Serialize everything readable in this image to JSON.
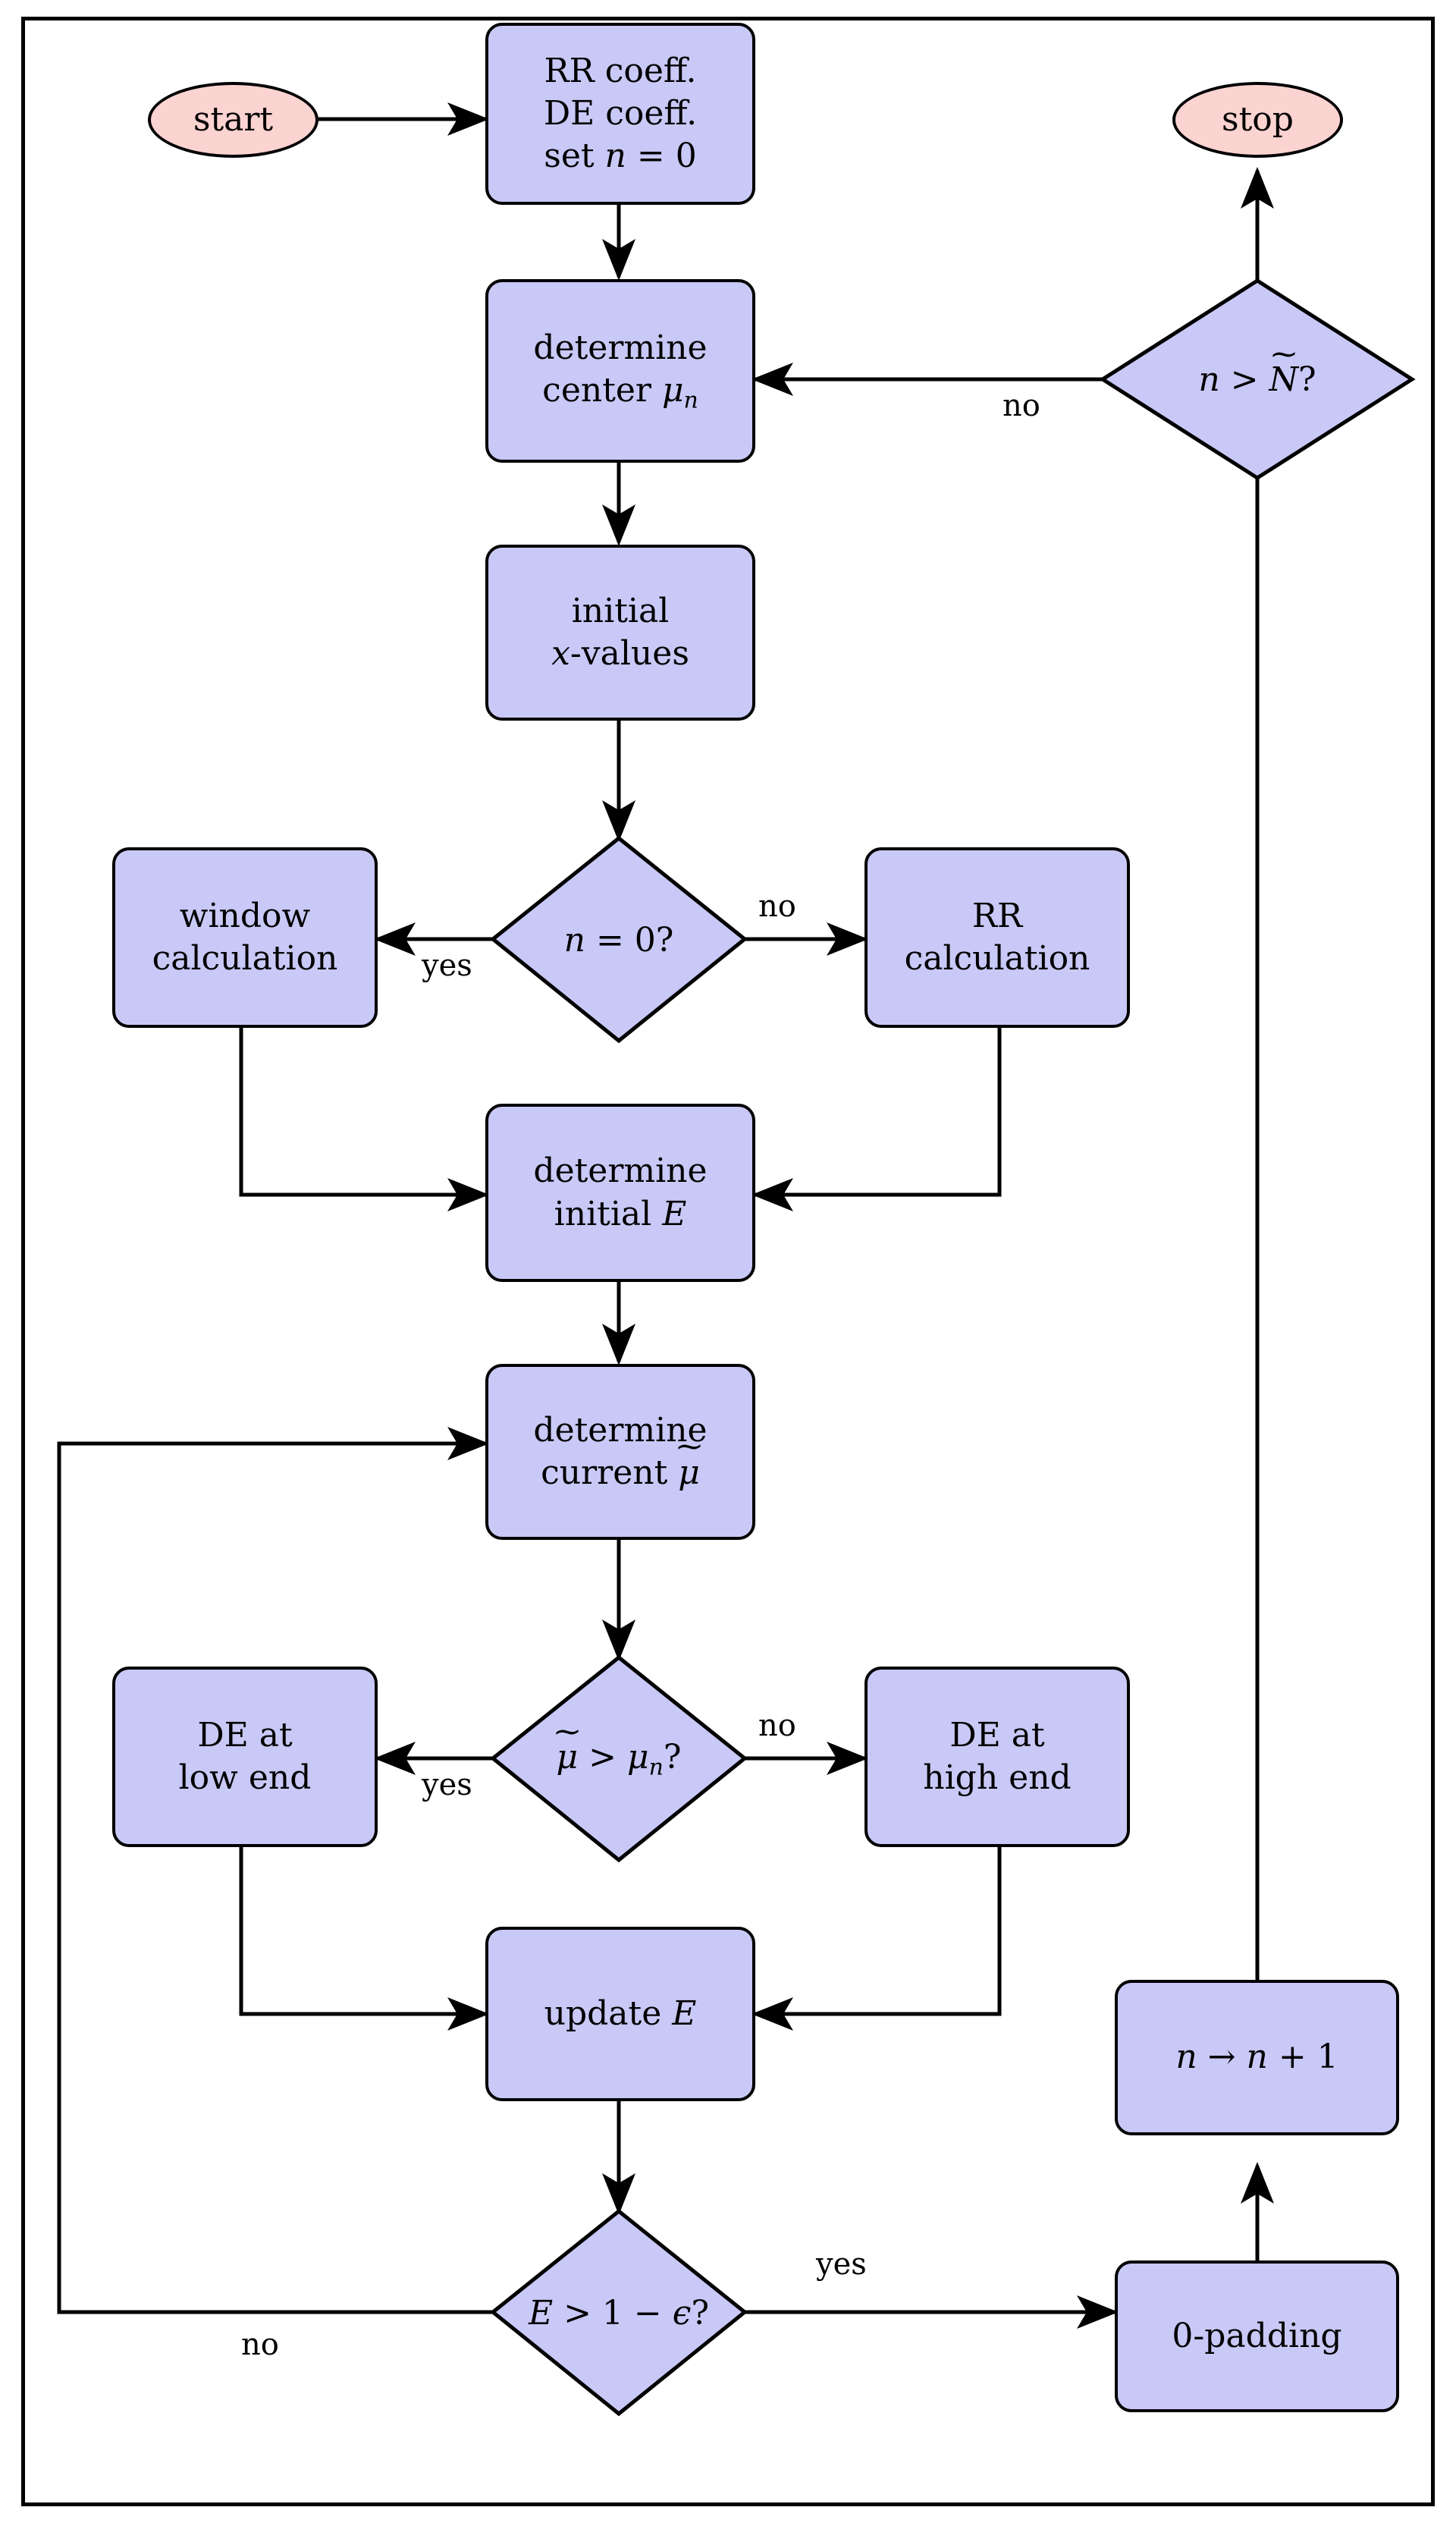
{
  "diagram": {
    "title": "Iterative RR/DE energy-convergence flowchart",
    "colors": {
      "process_fill": "#c9c9f7",
      "terminal_fill": "#fbd3d1",
      "stroke": "#000000",
      "background": "#ffffff"
    },
    "nodes": [
      {
        "id": "start",
        "shape": "terminal",
        "label": "start"
      },
      {
        "id": "coeff",
        "shape": "process",
        "label": "RR coeff. / DE coeff. / set n = 0",
        "lines": [
          "RR coeff.",
          "DE coeff.",
          "set n = 0"
        ]
      },
      {
        "id": "determine-center",
        "shape": "process",
        "label": "determine center μₙ",
        "lines": [
          "determine",
          "center μₙ"
        ]
      },
      {
        "id": "initial-x",
        "shape": "process",
        "label": "initial x-values",
        "lines": [
          "initial",
          "x-values"
        ]
      },
      {
        "id": "n-equals-zero",
        "shape": "decision",
        "label": "n = 0?"
      },
      {
        "id": "window-calc",
        "shape": "process",
        "label": "window calculation",
        "lines": [
          "window",
          "calculation"
        ]
      },
      {
        "id": "rr-calc",
        "shape": "process",
        "label": "RR calculation",
        "lines": [
          "RR",
          "calculation"
        ]
      },
      {
        "id": "determine-initial-e",
        "shape": "process",
        "label": "determine initial E",
        "lines": [
          "determine",
          "initial E"
        ]
      },
      {
        "id": "determine-current-mu",
        "shape": "process",
        "label": "determine current μ̃",
        "lines": [
          "determine",
          "current μ̃"
        ]
      },
      {
        "id": "mu-compare",
        "shape": "decision",
        "label": "μ̃ > μₙ?"
      },
      {
        "id": "de-low",
        "shape": "process",
        "label": "DE at low end",
        "lines": [
          "DE at",
          "low end"
        ]
      },
      {
        "id": "de-high",
        "shape": "process",
        "label": "DE at high end",
        "lines": [
          "DE at",
          "high end"
        ]
      },
      {
        "id": "update-e",
        "shape": "process",
        "label": "update E"
      },
      {
        "id": "e-threshold",
        "shape": "decision",
        "label": "E > 1 − ϵ?"
      },
      {
        "id": "zero-padding",
        "shape": "process",
        "label": "0-padding"
      },
      {
        "id": "increment-n",
        "shape": "process",
        "label": "n → n + 1"
      },
      {
        "id": "n-greater-ntilde",
        "shape": "decision",
        "label": "n > Ñ?"
      },
      {
        "id": "stop",
        "shape": "terminal",
        "label": "stop"
      }
    ],
    "edge_labels": {
      "n_equals_zero_yes": "yes",
      "n_equals_zero_no": "no",
      "mu_compare_yes": "yes",
      "mu_compare_no": "no",
      "e_threshold_yes": "yes",
      "e_threshold_no": "no",
      "n_greater_ntilde_no": "no"
    },
    "edges": [
      {
        "from": "start",
        "to": "coeff",
        "label": ""
      },
      {
        "from": "coeff",
        "to": "determine-center",
        "label": ""
      },
      {
        "from": "determine-center",
        "to": "initial-x",
        "label": ""
      },
      {
        "from": "initial-x",
        "to": "n-equals-zero",
        "label": ""
      },
      {
        "from": "n-equals-zero",
        "to": "window-calc",
        "label": "yes"
      },
      {
        "from": "n-equals-zero",
        "to": "rr-calc",
        "label": "no"
      },
      {
        "from": "window-calc",
        "to": "determine-initial-e",
        "label": ""
      },
      {
        "from": "rr-calc",
        "to": "determine-initial-e",
        "label": ""
      },
      {
        "from": "determine-initial-e",
        "to": "determine-current-mu",
        "label": ""
      },
      {
        "from": "determine-current-mu",
        "to": "mu-compare",
        "label": ""
      },
      {
        "from": "mu-compare",
        "to": "de-low",
        "label": "yes"
      },
      {
        "from": "mu-compare",
        "to": "de-high",
        "label": "no"
      },
      {
        "from": "de-low",
        "to": "update-e",
        "label": ""
      },
      {
        "from": "de-high",
        "to": "update-e",
        "label": ""
      },
      {
        "from": "update-e",
        "to": "e-threshold",
        "label": ""
      },
      {
        "from": "e-threshold",
        "to": "zero-padding",
        "label": "yes"
      },
      {
        "from": "e-threshold",
        "to": "determine-current-mu",
        "label": "no"
      },
      {
        "from": "zero-padding",
        "to": "increment-n",
        "label": ""
      },
      {
        "from": "increment-n",
        "to": "n-greater-ntilde",
        "label": ""
      },
      {
        "from": "n-greater-ntilde",
        "to": "stop",
        "label": ""
      },
      {
        "from": "n-greater-ntilde",
        "to": "determine-center",
        "label": "no"
      }
    ],
    "text": {
      "start": "start",
      "stop": "stop",
      "coeff_line1": "RR coeff.",
      "coeff_line2": "DE coeff.",
      "coeff_line3_prefix": "set ",
      "coeff_line3_var": "n",
      "coeff_line3_suffix": " = 0",
      "determine": "determine",
      "center_prefix": "center ",
      "center_mu": "μ",
      "center_mu_sub": "n",
      "initial": "initial",
      "x_var": "x",
      "values_suffix": "-values",
      "n_eq_0_var": "n",
      "n_eq_0_rest": " = 0?",
      "window": "window",
      "calculation": "calculation",
      "rr": "RR",
      "initial_e_prefix": "initial ",
      "initial_e_var": "E",
      "current_prefix": "current ",
      "current_mu": "μ",
      "mu_tilde": "μ",
      "mu_cmp_gt": " > ",
      "mu_cmp_mu": "μ",
      "mu_cmp_sub": "n",
      "mu_cmp_q": "?",
      "de_at": "DE at",
      "low_end": "low end",
      "high_end": "high end",
      "update_prefix": "update ",
      "update_var": "E",
      "e_thresh_var": "E",
      "e_thresh_mid": " > 1 − ",
      "e_thresh_eps": "ϵ",
      "e_thresh_q": "?",
      "zero_padding": "0-padding",
      "inc_n_a": "n",
      "inc_n_arrow": " → ",
      "inc_n_b": "n",
      "inc_n_plus": " + 1",
      "ngt_n": "n",
      "ngt_gt": " > ",
      "ngt_N": "N",
      "ngt_q": "?",
      "yes": "yes",
      "no": "no"
    }
  }
}
